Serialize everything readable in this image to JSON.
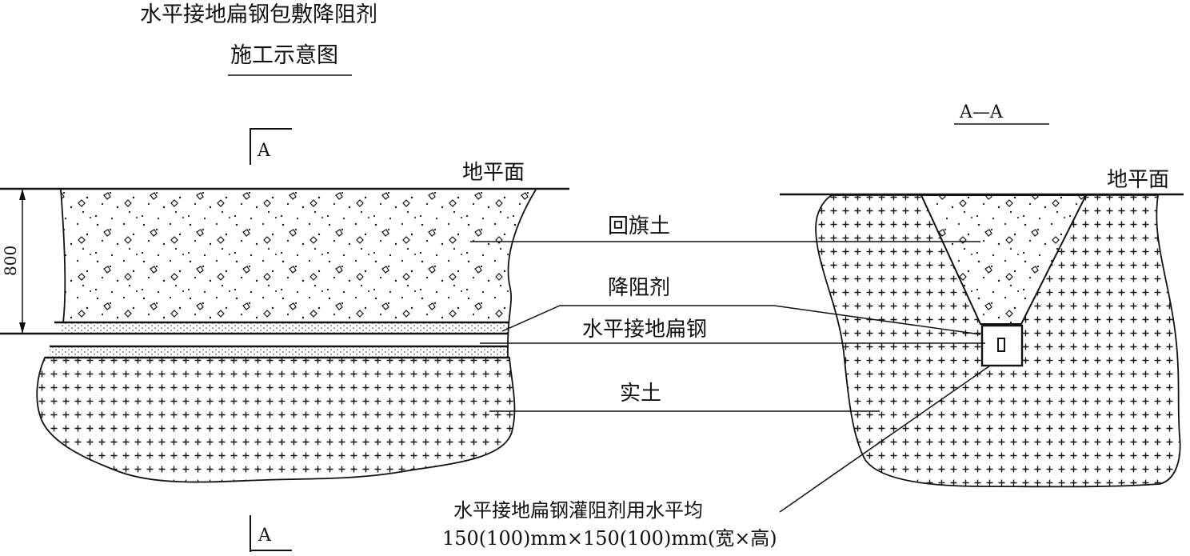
{
  "title": {
    "line1": "水平接地扁钢包敷降阻剂",
    "line2": "施工示意图"
  },
  "section_marks": {
    "top": "A",
    "bottom": "A",
    "section_view": "A—A"
  },
  "labels": {
    "ground_left": "地平面",
    "ground_right": "地平面",
    "backfill": "回旗土",
    "resistance_reducer": "降阻剂",
    "flat_steel": "水平接地扁钢",
    "solid_soil": "实土"
  },
  "dimension": {
    "depth": "800"
  },
  "note": {
    "line1": "水平接地扁钢灌阻剂用水平均",
    "line2": "150(100)mm×150(100)mm(宽×高)"
  },
  "colors": {
    "ink": "#111111",
    "background": "#ffffff"
  }
}
